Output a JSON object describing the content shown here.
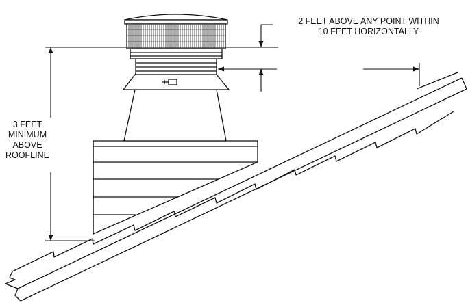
{
  "labels": {
    "clearance_line1": "2 FEET ABOVE ANY POINT WITHIN",
    "clearance_line2": "10 FEET HORIZONTALLY",
    "minimum_line1": "3 FEET",
    "minimum_line2": "MINIMUM",
    "minimum_line3": "ABOVE",
    "minimum_line4": "ROOFLINE"
  },
  "colors": {
    "stroke": "#111111",
    "background": "#ffffff"
  }
}
